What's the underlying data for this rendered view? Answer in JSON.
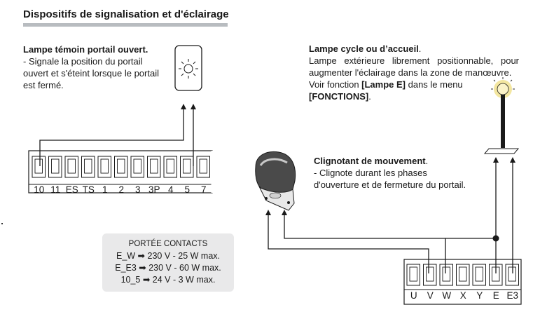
{
  "section": {
    "title": "Dispositifs de signalisation et d'éclairage"
  },
  "lampe_temoin": {
    "title": "Lampe témoin portail ouvert.",
    "lines": [
      "- Signale la position du portail",
      "ouvert et s'éteint lorsque le portail",
      "est fermé."
    ]
  },
  "lampe_cycle": {
    "title": "Lampe cycle ou d’accueil",
    "title_suffix": ".",
    "line1": "Lampe extérieure librement positionnable, pour augmenter l'éclairage dans la zone de manœuvre.",
    "line2_prefix": "Voir fonction ",
    "line2_bold": "[Lampe E]",
    "line2_middle": " dans le menu ",
    "line2_bold2": "[FONCTIONS]",
    "line2_suffix": "."
  },
  "clignotant": {
    "title": "Clignotant de mouvement",
    "title_suffix": ".",
    "lines": [
      "- Clignote durant les phases",
      "d'ouverture et de fermeture du portail."
    ]
  },
  "portee": {
    "title": "PORTÉE CONTACTS",
    "rows": [
      "E_W ➡ 230 V - 25 W max.",
      "E_E3 ➡ 230 V - 60 W max.",
      "10_5 ➡ 24 V - 3 W max."
    ]
  },
  "terminal_left": {
    "labels": [
      "10",
      "11",
      "ES",
      "TS",
      "1",
      "2",
      "3",
      "3P",
      "4",
      "5",
      "7"
    ]
  },
  "terminal_right": {
    "labels": [
      "U",
      "V",
      "W",
      "X",
      "Y",
      "E",
      "E3"
    ]
  },
  "colors": {
    "title_bar": "#b8bcc0",
    "box_bg": "#e9e9ea",
    "lamp_glow": "#f3e6a0",
    "line": "#1a1a1a"
  }
}
